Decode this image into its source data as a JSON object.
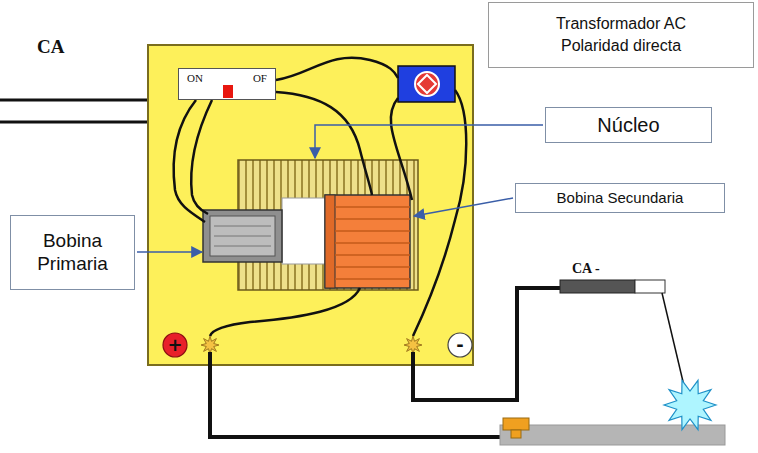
{
  "diagram": {
    "title": "Transformador AC Polaridad directa",
    "nodes": [
      {
        "text": [
          "ON",
          "OF"
        ]
      },
      {
        "text": [
          "Núcleo"
        ]
      },
      {
        "text": [
          "Bobina Secundaria"
        ]
      },
      {
        "text": [
          "Bobina Primaria"
        ]
      },
      {
        "text": [
          "+"
        ]
      },
      {
        "text": [
          "-"
        ]
      }
    ],
    "labels": [
      "CA",
      "CA -"
    ]
  }
}
